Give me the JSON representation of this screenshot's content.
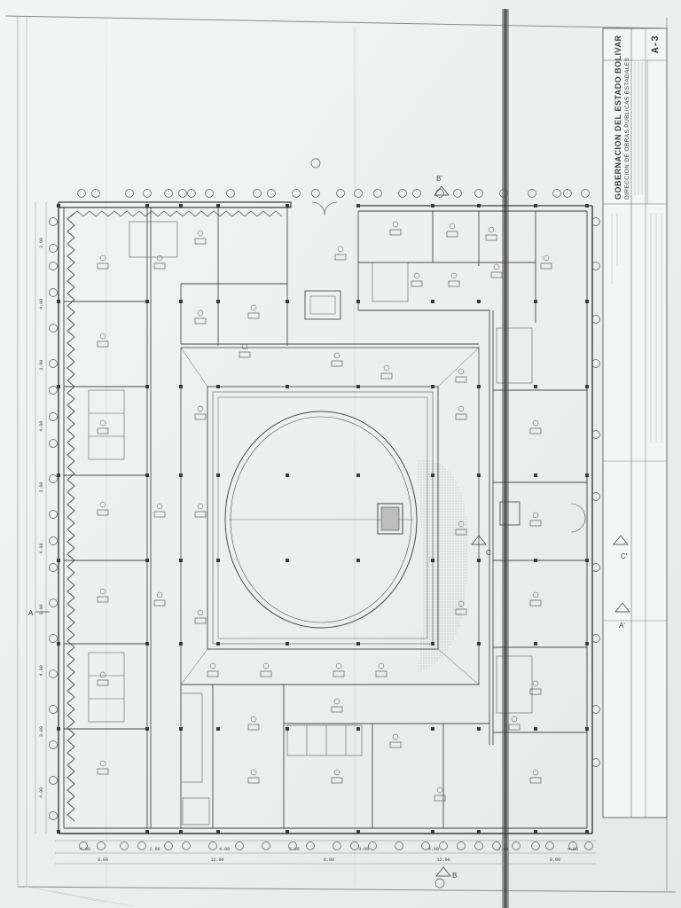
{
  "title_block": {
    "entity": "GOBERNACION DEL ESTADO BOLIVAR",
    "department": "DIRECCION DE OBRAS PUBLICAS ESTADALES",
    "sheet_code": "A-3"
  },
  "section_marks": {
    "a": "A",
    "c": "C",
    "b": "B",
    "a_prime": "A'",
    "c_prime": "C'",
    "b_prime": "B'"
  },
  "dimensions": {
    "bottom_row_1": [
      "4.00",
      "2.00",
      "4.00",
      "3.00",
      "3.00",
      "4.00",
      "2.00",
      "4.00"
    ],
    "bottom_row_2": [
      "8.00",
      "12.00",
      "8.00",
      "12.00",
      "8.00"
    ],
    "left_row": [
      "3.00",
      "4.00",
      "3.00",
      "4.00",
      "3.00",
      "4.00",
      "3.00",
      "4.00",
      "3.00",
      "4.00"
    ]
  }
}
